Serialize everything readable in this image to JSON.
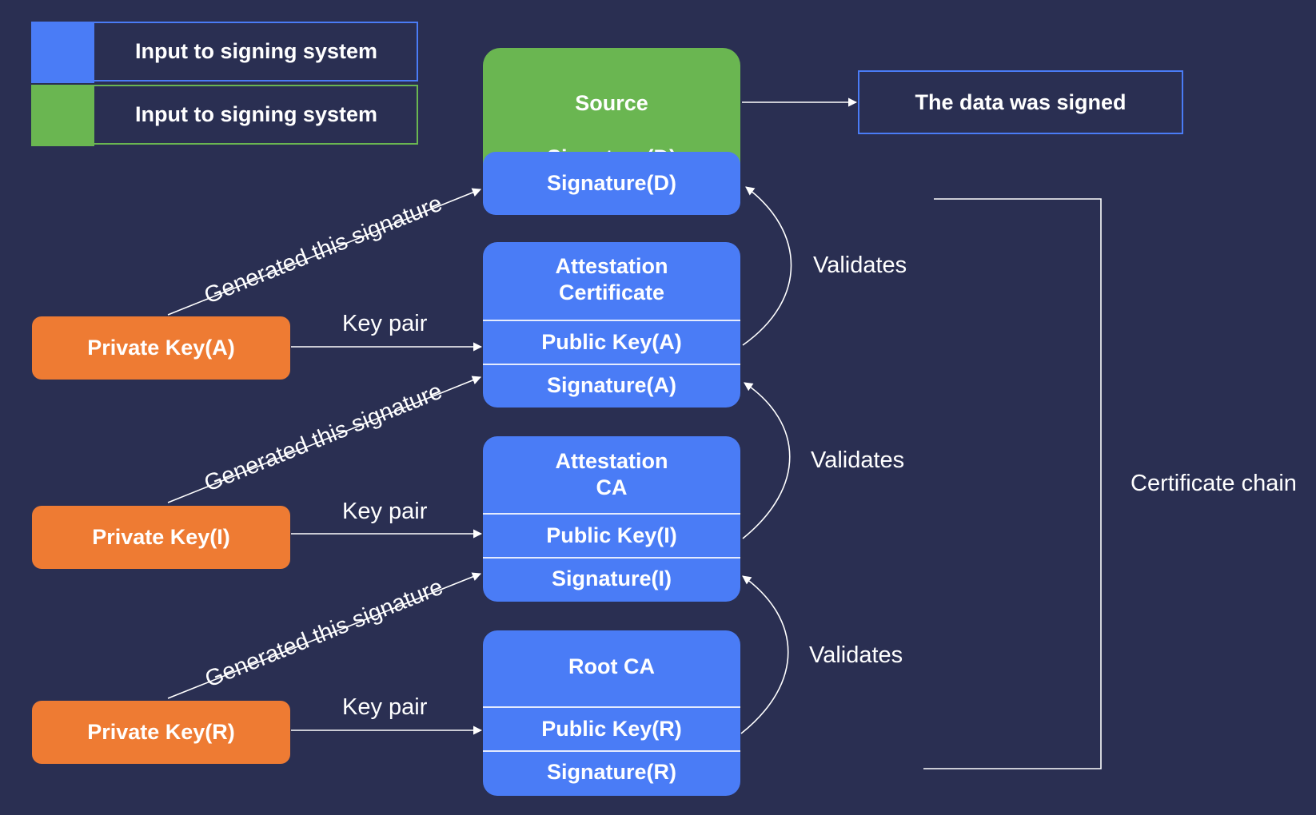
{
  "legend": {
    "items": [
      {
        "label": "Input to signing system",
        "color": "#4a7cf6"
      },
      {
        "label": "Input to signing system",
        "color": "#6ab651"
      }
    ]
  },
  "source": {
    "title": "Source",
    "hidden_label": "Signature(D)",
    "signature": "Signature(D)",
    "color": "#6ab651"
  },
  "result": "The data was signed",
  "certificates": [
    {
      "title_line1": "Attestation",
      "title_line2": "Certificate",
      "public_key": "Public Key(A)",
      "signature": "Signature(A)"
    },
    {
      "title_line1": "Attestation",
      "title_line2": "CA",
      "public_key": "Public Key(I)",
      "signature": "Signature(I)"
    },
    {
      "title_line1": "Root CA",
      "title_line2": "",
      "public_key": "Public Key(R)",
      "signature": "Signature(R)"
    }
  ],
  "private_keys": [
    "Private Key(A)",
    "Private Key(I)",
    "Private Key(R)"
  ],
  "edge_labels": {
    "key_pair": "Key pair",
    "generated": "Generated this signature",
    "validates": "Validates"
  },
  "chain_label": "Certificate chain",
  "colors": {
    "background": "#2a2f52",
    "blue": "#4a7cf6",
    "green": "#6ab651",
    "orange": "#ee7b33"
  }
}
